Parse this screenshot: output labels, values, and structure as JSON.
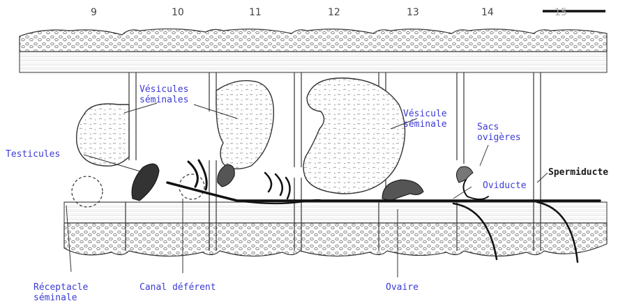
{
  "segments": [
    "9",
    "10",
    "11",
    "12",
    "13",
    "14",
    "15"
  ],
  "labels": {
    "vesicules_seminales": "Vésicules\nséminales",
    "vesicule_seminale": "Vésicule\nséminale",
    "sacs_ovigeres": "Sacs\novigères",
    "testicules": "Testicules",
    "oviducte": "Oviducte",
    "spermiducte": "Spermiducte",
    "receptacle_seminale": "Réceptacle\nséminale",
    "canal_deferent": "Canal déférent",
    "ovaire": "Ovaire"
  },
  "colors": {
    "label_blue": "#3b3bd6",
    "ink": "#1a1a1a"
  }
}
